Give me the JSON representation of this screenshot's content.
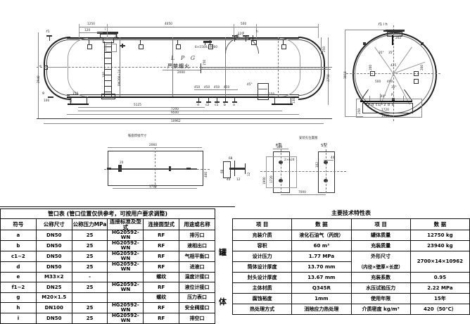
{
  "drawing": {
    "main_view": {
      "top_dims": [
        "1250",
        "4050",
        "500"
      ],
      "top_small_dims": [
        "150",
        "150",
        "150",
        "120",
        "120"
      ],
      "left_vert_dims": [
        "2940",
        "120",
        "100"
      ],
      "right_vert_dims": [
        "250",
        "2750",
        "150",
        "130"
      ],
      "bottom_dims": [
        "5125",
        "7200",
        "9500",
        "10962"
      ],
      "center_dims": [
        "2000",
        "2000"
      ],
      "ladder_label": "DN200×14",
      "rail_label": "6×1500=9000",
      "tank_marking_main": "L P G",
      "tank_marking_sub": "严禁烟火",
      "nozzle_marks_top": [
        "f1",
        "i",
        "h",
        "h"
      ],
      "nozzle_marks_bottom": [
        "d",
        "c2",
        "c1",
        "b",
        "a"
      ],
      "nozzle_marks_left": [
        "f1",
        "e",
        "g"
      ],
      "angle_labels": [
        "45°",
        "45°"
      ],
      "small_dims": [
        "450",
        "450",
        "450",
        "450",
        "100"
      ],
      "nameplate_label": "铭牌"
    },
    "end_view": {
      "top_marks": "f1  i  h",
      "bottom_marks": "f2  d  c1~2  b  a",
      "dims": [
        "3018",
        "1720",
        "1960",
        "250",
        "200",
        "200",
        "425",
        "500",
        "400",
        "250",
        "202"
      ],
      "angles": [
        "35°",
        "35°",
        "30°",
        "40°"
      ],
      "label_p": "P"
    },
    "detail_saddle": {
      "title": "鞍座焊接尺寸",
      "dims": [
        "2060",
        "1720",
        "400",
        "20"
      ],
      "side_dims": [
        "68",
        "60",
        "40",
        "12",
        "12"
      ]
    },
    "detail_anchor": {
      "title": "安装孔位置图",
      "type_f": "F型",
      "type_s": "S型",
      "dims": [
        "300",
        "2×φ24",
        "1960",
        "1720",
        "7000",
        "102",
        "40"
      ]
    }
  },
  "nozzle_table": {
    "title": "管口表 (管口位置仅供参考，可按用户要求调整)",
    "headers": [
      "符号",
      "公称尺寸",
      "公称压力MPa",
      "连接标准及型式",
      "连接面型式",
      "用途或名称"
    ],
    "side_label_top": "罐",
    "side_label_bottom": "体",
    "rows": [
      [
        "a",
        "DN50",
        "25",
        "HG20592-WN",
        "RF",
        "排污口"
      ],
      [
        "b",
        "DN50",
        "25",
        "HG20592-WN",
        "RF",
        "液相出口"
      ],
      [
        "c1~2",
        "DN50",
        "25",
        "HG20592-WN",
        "RF",
        "气相平衡口"
      ],
      [
        "d",
        "DN50",
        "25",
        "HG20592-WN",
        "RF",
        "进液口"
      ],
      [
        "e",
        "M33×2",
        "-",
        "",
        "螺纹",
        "温度计接口"
      ],
      [
        "f1~2",
        "DN25",
        "25",
        "HG20592-WN",
        "RF",
        "液位计接口"
      ],
      [
        "g",
        "M20×1.5",
        "",
        "",
        "螺纹",
        "压力表口"
      ],
      [
        "h",
        "DN100",
        "25",
        "HG20592-WN",
        "RF",
        "安全阀接口"
      ],
      [
        "i",
        "DN50",
        "25",
        "HG20592-WN",
        "RF",
        "排空口"
      ]
    ]
  },
  "spec_table": {
    "title": "主要技术特性表",
    "headers": [
      "项  目",
      "数  据",
      "项  目",
      "数  据"
    ],
    "rows": [
      [
        "充装介质",
        "液化石油气（丙烷）",
        "罐体质量",
        "12750 kg"
      ],
      [
        "容积",
        "60 m³",
        "充装质量",
        "23940 kg"
      ],
      [
        "设计压力",
        "1.77 MPa",
        "外形尺寸",
        "2700×14×10962"
      ],
      [
        "筒体设计厚度",
        "13.70 mm",
        "（内径×壁厚×长度）",
        ""
      ],
      [
        "封头设计厚度",
        "13.67 mm",
        "充装系数",
        "0.95"
      ],
      [
        "主体材质",
        "Q345R",
        "水压试验压力",
        "2.22 MPa"
      ],
      [
        "腐蚀裕度",
        "1mm",
        "使用年限",
        "15年"
      ],
      [
        "热处理方式",
        "消除应力热处理",
        "介质密度 kg/m³",
        "420（50℃）"
      ]
    ]
  }
}
